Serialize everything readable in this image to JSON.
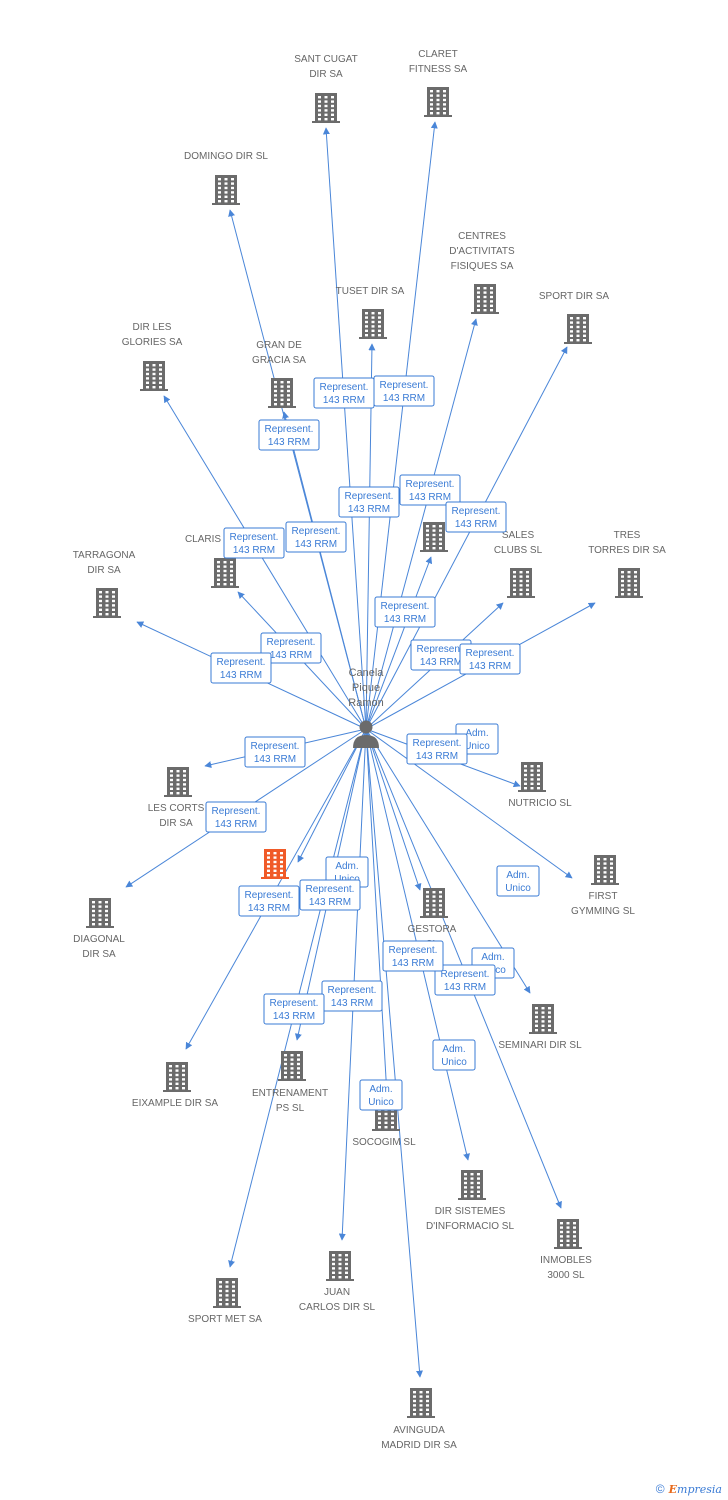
{
  "person": {
    "lines": [
      "Canela",
      "Pique",
      "Ramon"
    ]
  },
  "colors": {
    "edge": "#4a86d8",
    "company": "#6b6b6b",
    "highlight": "#f05a28",
    "person": "#6b6b6b"
  },
  "companies": [
    {
      "id": "sant_cugat",
      "lines": [
        "SANT CUGAT",
        "DIR SA"
      ]
    },
    {
      "id": "claret",
      "lines": [
        "CLARET",
        "FITNESS SA"
      ]
    },
    {
      "id": "domingo",
      "lines": [
        "DOMINGO DIR SL"
      ]
    },
    {
      "id": "centres",
      "lines": [
        "CENTRES",
        "D'ACTIVITATS",
        "FISIQUES SA"
      ]
    },
    {
      "id": "tuset",
      "lines": [
        "TUSET DIR SA"
      ]
    },
    {
      "id": "sport_dir",
      "lines": [
        "SPORT DIR SA"
      ]
    },
    {
      "id": "dir_les_glories",
      "lines": [
        "DIR LES",
        "GLORIES SA"
      ]
    },
    {
      "id": "gran_de_gracia",
      "lines": [
        "GRAN DE",
        "GRACIA SA"
      ]
    },
    {
      "id": "claris",
      "lines": [
        "CLARIS"
      ]
    },
    {
      "id": "unnamed_center",
      "lines": []
    },
    {
      "id": "sales_clubs",
      "lines": [
        "SALES",
        "CLUBS SL"
      ]
    },
    {
      "id": "tres_torres",
      "lines": [
        "TRES",
        "TORRES DIR SA"
      ]
    },
    {
      "id": "tarragona",
      "lines": [
        "TARRAGONA",
        "DIR SA"
      ]
    },
    {
      "id": "nutricio",
      "lines": [
        "NUTRICIO SL"
      ]
    },
    {
      "id": "les_corts",
      "lines": [
        "LES CORTS",
        "DIR SA"
      ]
    },
    {
      "id": "highlighted",
      "lines": [],
      "highlight": true
    },
    {
      "id": "gestora",
      "lines": [
        "GESTORA",
        "SL"
      ]
    },
    {
      "id": "first_gymming",
      "lines": [
        "FIRST",
        "GYMMING SL"
      ]
    },
    {
      "id": "diagonal",
      "lines": [
        "DIAGONAL",
        "DIR SA"
      ]
    },
    {
      "id": "seminari",
      "lines": [
        "SEMINARI DIR SL"
      ]
    },
    {
      "id": "eixample",
      "lines": [
        "EIXAMPLE DIR SA"
      ]
    },
    {
      "id": "entrenament",
      "lines": [
        "ENTRENAMENT",
        "PS SL"
      ]
    },
    {
      "id": "socogim",
      "lines": [
        "SOCOGIM SL"
      ]
    },
    {
      "id": "dir_sistemes",
      "lines": [
        "DIR SISTEMES",
        "D'INFORMACIO SL"
      ]
    },
    {
      "id": "inmobles",
      "lines": [
        "INMOBLES",
        "3000  SL"
      ]
    },
    {
      "id": "juan_carlos",
      "lines": [
        "JUAN",
        "CARLOS DIR SL"
      ]
    },
    {
      "id": "sport_met",
      "lines": [
        "SPORT MET SA"
      ]
    },
    {
      "id": "avinguda",
      "lines": [
        "AVINGUDA",
        "MADRID DIR SA"
      ]
    }
  ],
  "edges": [
    {
      "to": "sant_cugat",
      "label": [
        "Represent.",
        "143 RRM"
      ]
    },
    {
      "to": "claret",
      "label": [
        "Represent.",
        "143 RRM"
      ]
    },
    {
      "to": "domingo",
      "label": [
        "Represent.",
        "143 RRM"
      ]
    },
    {
      "to": "centres",
      "label": [
        "Represent.",
        "143 RRM"
      ]
    },
    {
      "to": "tuset",
      "label": [
        "Represent.",
        "143 RRM"
      ]
    },
    {
      "to": "sport_dir",
      "label": [
        "Represent.",
        "143 RRM"
      ]
    },
    {
      "to": "dir_les_glories",
      "label": [
        "Represent.",
        "143 RRM"
      ]
    },
    {
      "to": "gran_de_gracia",
      "label": [
        "Represent.",
        "143 RRM"
      ]
    },
    {
      "to": "claris",
      "label": [
        "Represent.",
        "143 RRM"
      ]
    },
    {
      "to": "unnamed_center",
      "label": [
        "Represent.",
        "143 RRM"
      ]
    },
    {
      "to": "sales_clubs",
      "label": [
        "Represent.",
        "143 RRM"
      ]
    },
    {
      "to": "tres_torres",
      "label": [
        "Represent.",
        "143 RRM"
      ]
    },
    {
      "to": "tarragona",
      "label": [
        "Represent.",
        "143 RRM"
      ]
    },
    {
      "to": "nutricio",
      "label": [
        "Adm.",
        "Unico"
      ]
    },
    {
      "to": "les_corts",
      "label": [
        "Represent.",
        "143 RRM"
      ]
    },
    {
      "to": "highlighted",
      "label": [
        "Adm.",
        "Unico"
      ]
    },
    {
      "to": "gestora",
      "label": [
        "Represent.",
        "143 RRM"
      ]
    },
    {
      "to": "first_gymming",
      "label": [
        "Adm.",
        "Unico"
      ]
    },
    {
      "to": "diagonal",
      "label": [
        "Represent.",
        "143 RRM"
      ]
    },
    {
      "to": "seminari",
      "label": [
        "Adm.",
        "Unico"
      ]
    },
    {
      "to": "eixample",
      "label": [
        "Represent.",
        "143 RRM"
      ]
    },
    {
      "to": "entrenament",
      "label": [
        "Represent.",
        "143 RRM"
      ]
    },
    {
      "to": "socogim",
      "label": [
        "Adm.",
        "Unico"
      ]
    },
    {
      "to": "dir_sistemes",
      "label": [
        "Adm.",
        "Unico"
      ]
    },
    {
      "to": "inmobles",
      "label": [
        "Represent.",
        "143 RRM"
      ]
    },
    {
      "to": "juan_carlos",
      "label": [
        "Represent.",
        "143 RRM"
      ]
    },
    {
      "to": "sport_met",
      "label": [
        "Represent.",
        "143 RRM"
      ]
    },
    {
      "to": "avinguda",
      "label": [
        "Represent.",
        "143 RRM"
      ]
    }
  ],
  "footer": {
    "copyright": "©",
    "brand_initial": "E",
    "brand_rest": "mpresia"
  }
}
